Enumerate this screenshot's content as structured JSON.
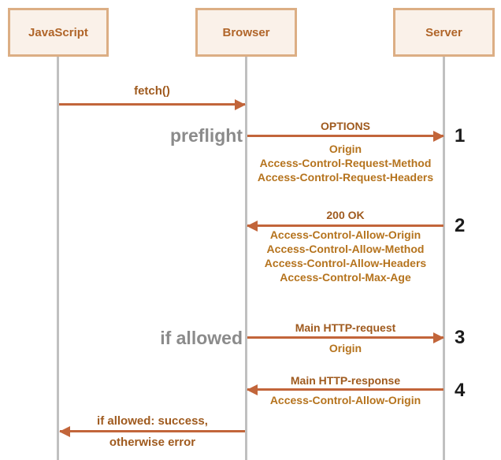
{
  "diagram": {
    "kind": "sequence-diagram",
    "actors": [
      {
        "id": "javascript",
        "label": "JavaScript"
      },
      {
        "id": "browser",
        "label": "Browser"
      },
      {
        "id": "server",
        "label": "Server"
      }
    ],
    "messages": [
      {
        "label": "fetch()",
        "from": "JavaScript",
        "to": "Browser",
        "headers": [],
        "step": "",
        "annotation": ""
      },
      {
        "label": "OPTIONS",
        "from": "Browser",
        "to": "Server",
        "headers": [
          "Origin",
          "Access-Control-Request-Method",
          "Access-Control-Request-Headers"
        ],
        "step": "1",
        "annotation": "preflight"
      },
      {
        "label": "200 OK",
        "from": "Server",
        "to": "Browser",
        "headers": [
          "Access-Control-Allow-Origin",
          "Access-Control-Allow-Method",
          "Access-Control-Allow-Headers",
          "Access-Control-Max-Age"
        ],
        "step": "2",
        "annotation": ""
      },
      {
        "label": "Main HTTP-request",
        "from": "Browser",
        "to": "Server",
        "headers": [
          "Origin"
        ],
        "step": "3",
        "annotation": "if allowed"
      },
      {
        "label": "Main HTTP-response",
        "from": "Server",
        "to": "Browser",
        "headers": [
          "Access-Control-Allow-Origin"
        ],
        "step": "4",
        "annotation": ""
      },
      {
        "label": "if allowed: success,",
        "label2": "otherwise error",
        "from": "Browser",
        "to": "JavaScript",
        "headers": [],
        "step": "",
        "annotation": ""
      }
    ],
    "colors": {
      "arrow": "#c2653a",
      "msg_label": "#9f5a1e",
      "header_text": "#b5731d",
      "actor_border": "#dcae84",
      "actor_fill": "#faf1e9",
      "actor_text": "#b06529",
      "side_label": "#8b8b8b",
      "step_number": "#1b1b1b",
      "lifeline": "#c0c0c0",
      "canvas_bg": "#ffffff"
    }
  }
}
